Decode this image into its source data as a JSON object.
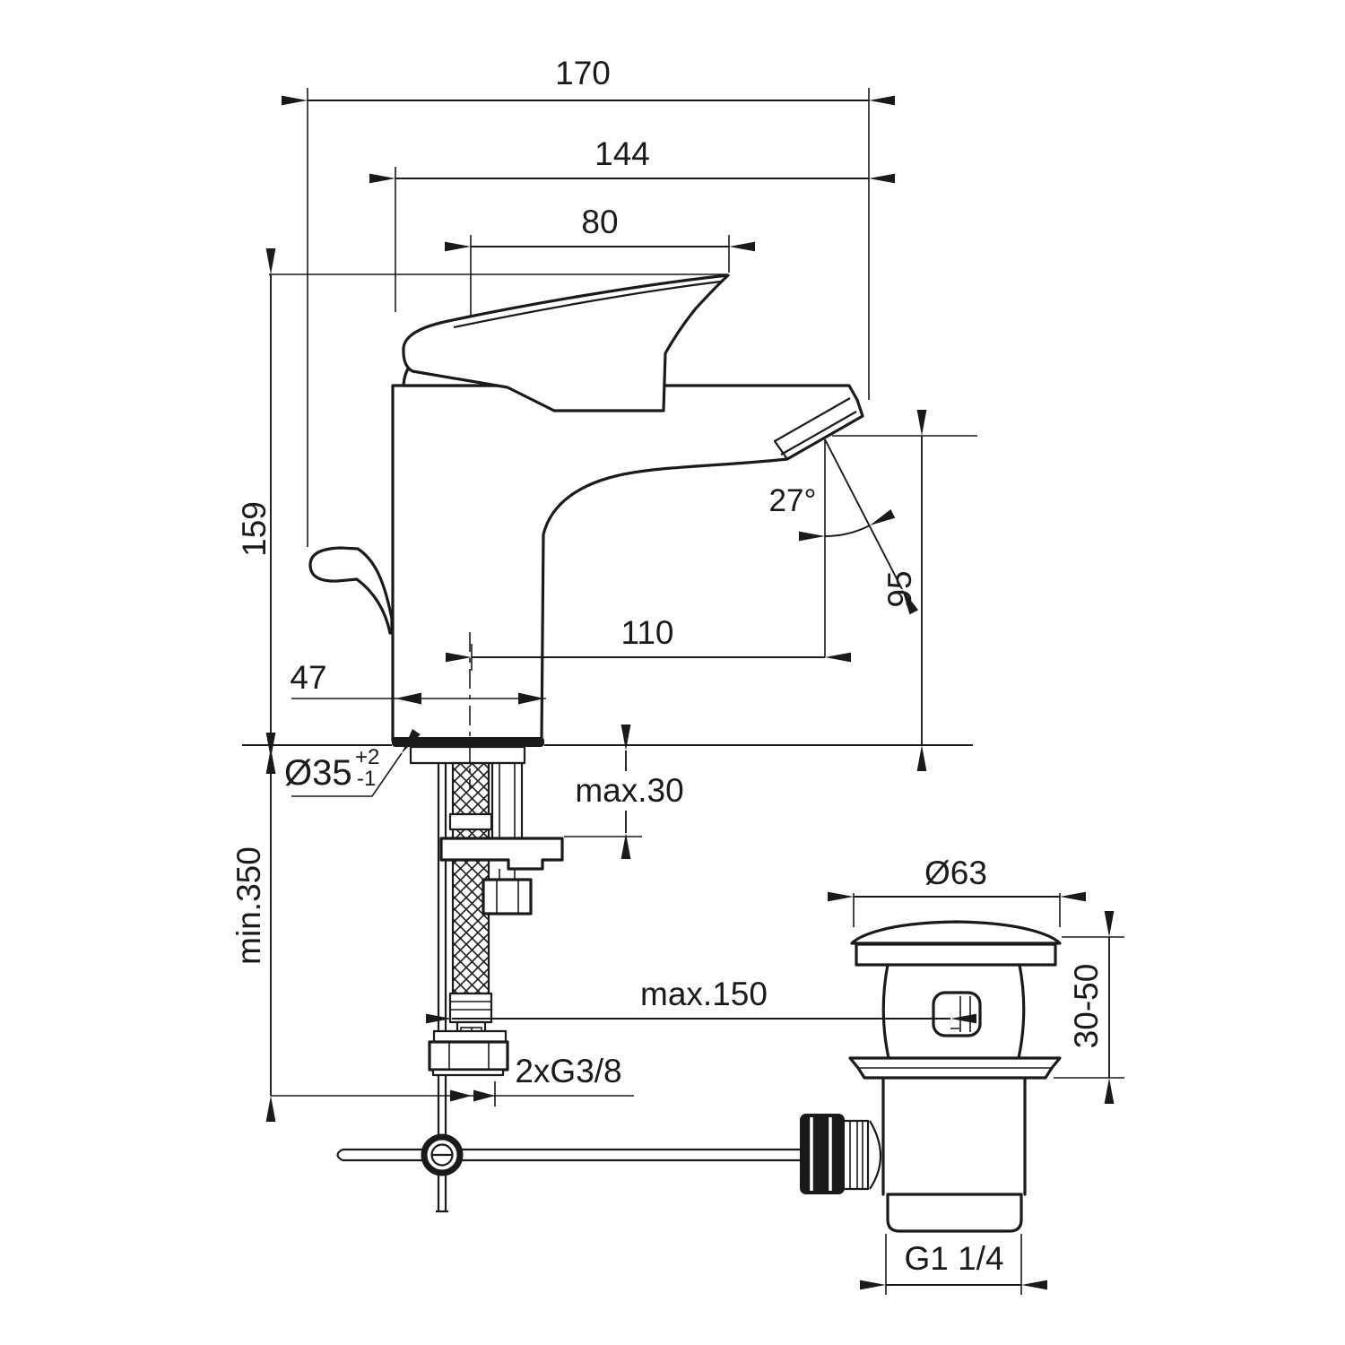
{
  "page": {
    "background": "#ffffff",
    "line_color": "#1a1a1a"
  },
  "dimensions": {
    "total_depth": "170",
    "projection_to_outlet": "144",
    "handle_length": "80",
    "height_to_handle": "159",
    "min_hose_length": "min.350",
    "body_width": "47",
    "spout_reach": "110",
    "outlet_height": "95",
    "outlet_angle": "27°",
    "hole_diameter": "Ø35",
    "hole_tol_upper": "+2",
    "hole_tol_lower": "-1",
    "max_deck_thickness": "max.30",
    "max_waste_distance": "max.150",
    "supply_thread": "2xG3/8",
    "waste_cap_diameter": "Ø63",
    "waste_height_range": "30-50",
    "waste_thread": "G1 1/4"
  }
}
